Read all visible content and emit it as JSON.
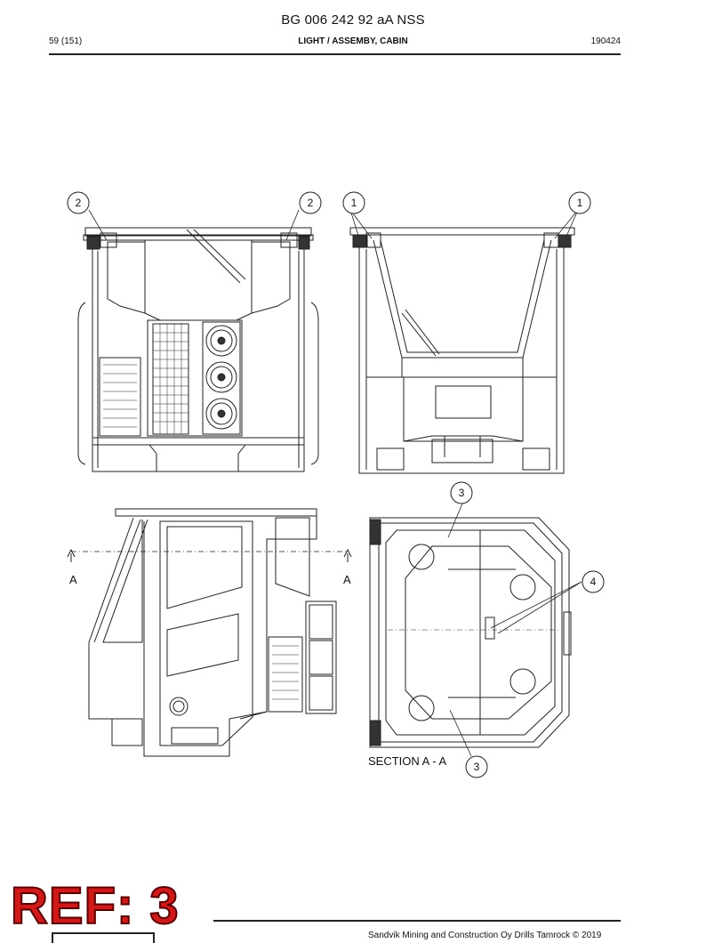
{
  "header": {
    "doc_title": "BG 006 242 92 aA NSS",
    "page": "59 (151)",
    "section": "LIGHT / ASSEMBY, CABIN",
    "date_code": "190424"
  },
  "callouts": {
    "c2": "2",
    "c1": "1",
    "c3": "3",
    "c4": "4"
  },
  "section_marker": "A",
  "section_caption": "SECTION  A - A",
  "ref_stamp": "REF: 3",
  "footer": {
    "copyright": "Sandvik Mining and Construction Oy Drills Tamrock © 2019"
  }
}
